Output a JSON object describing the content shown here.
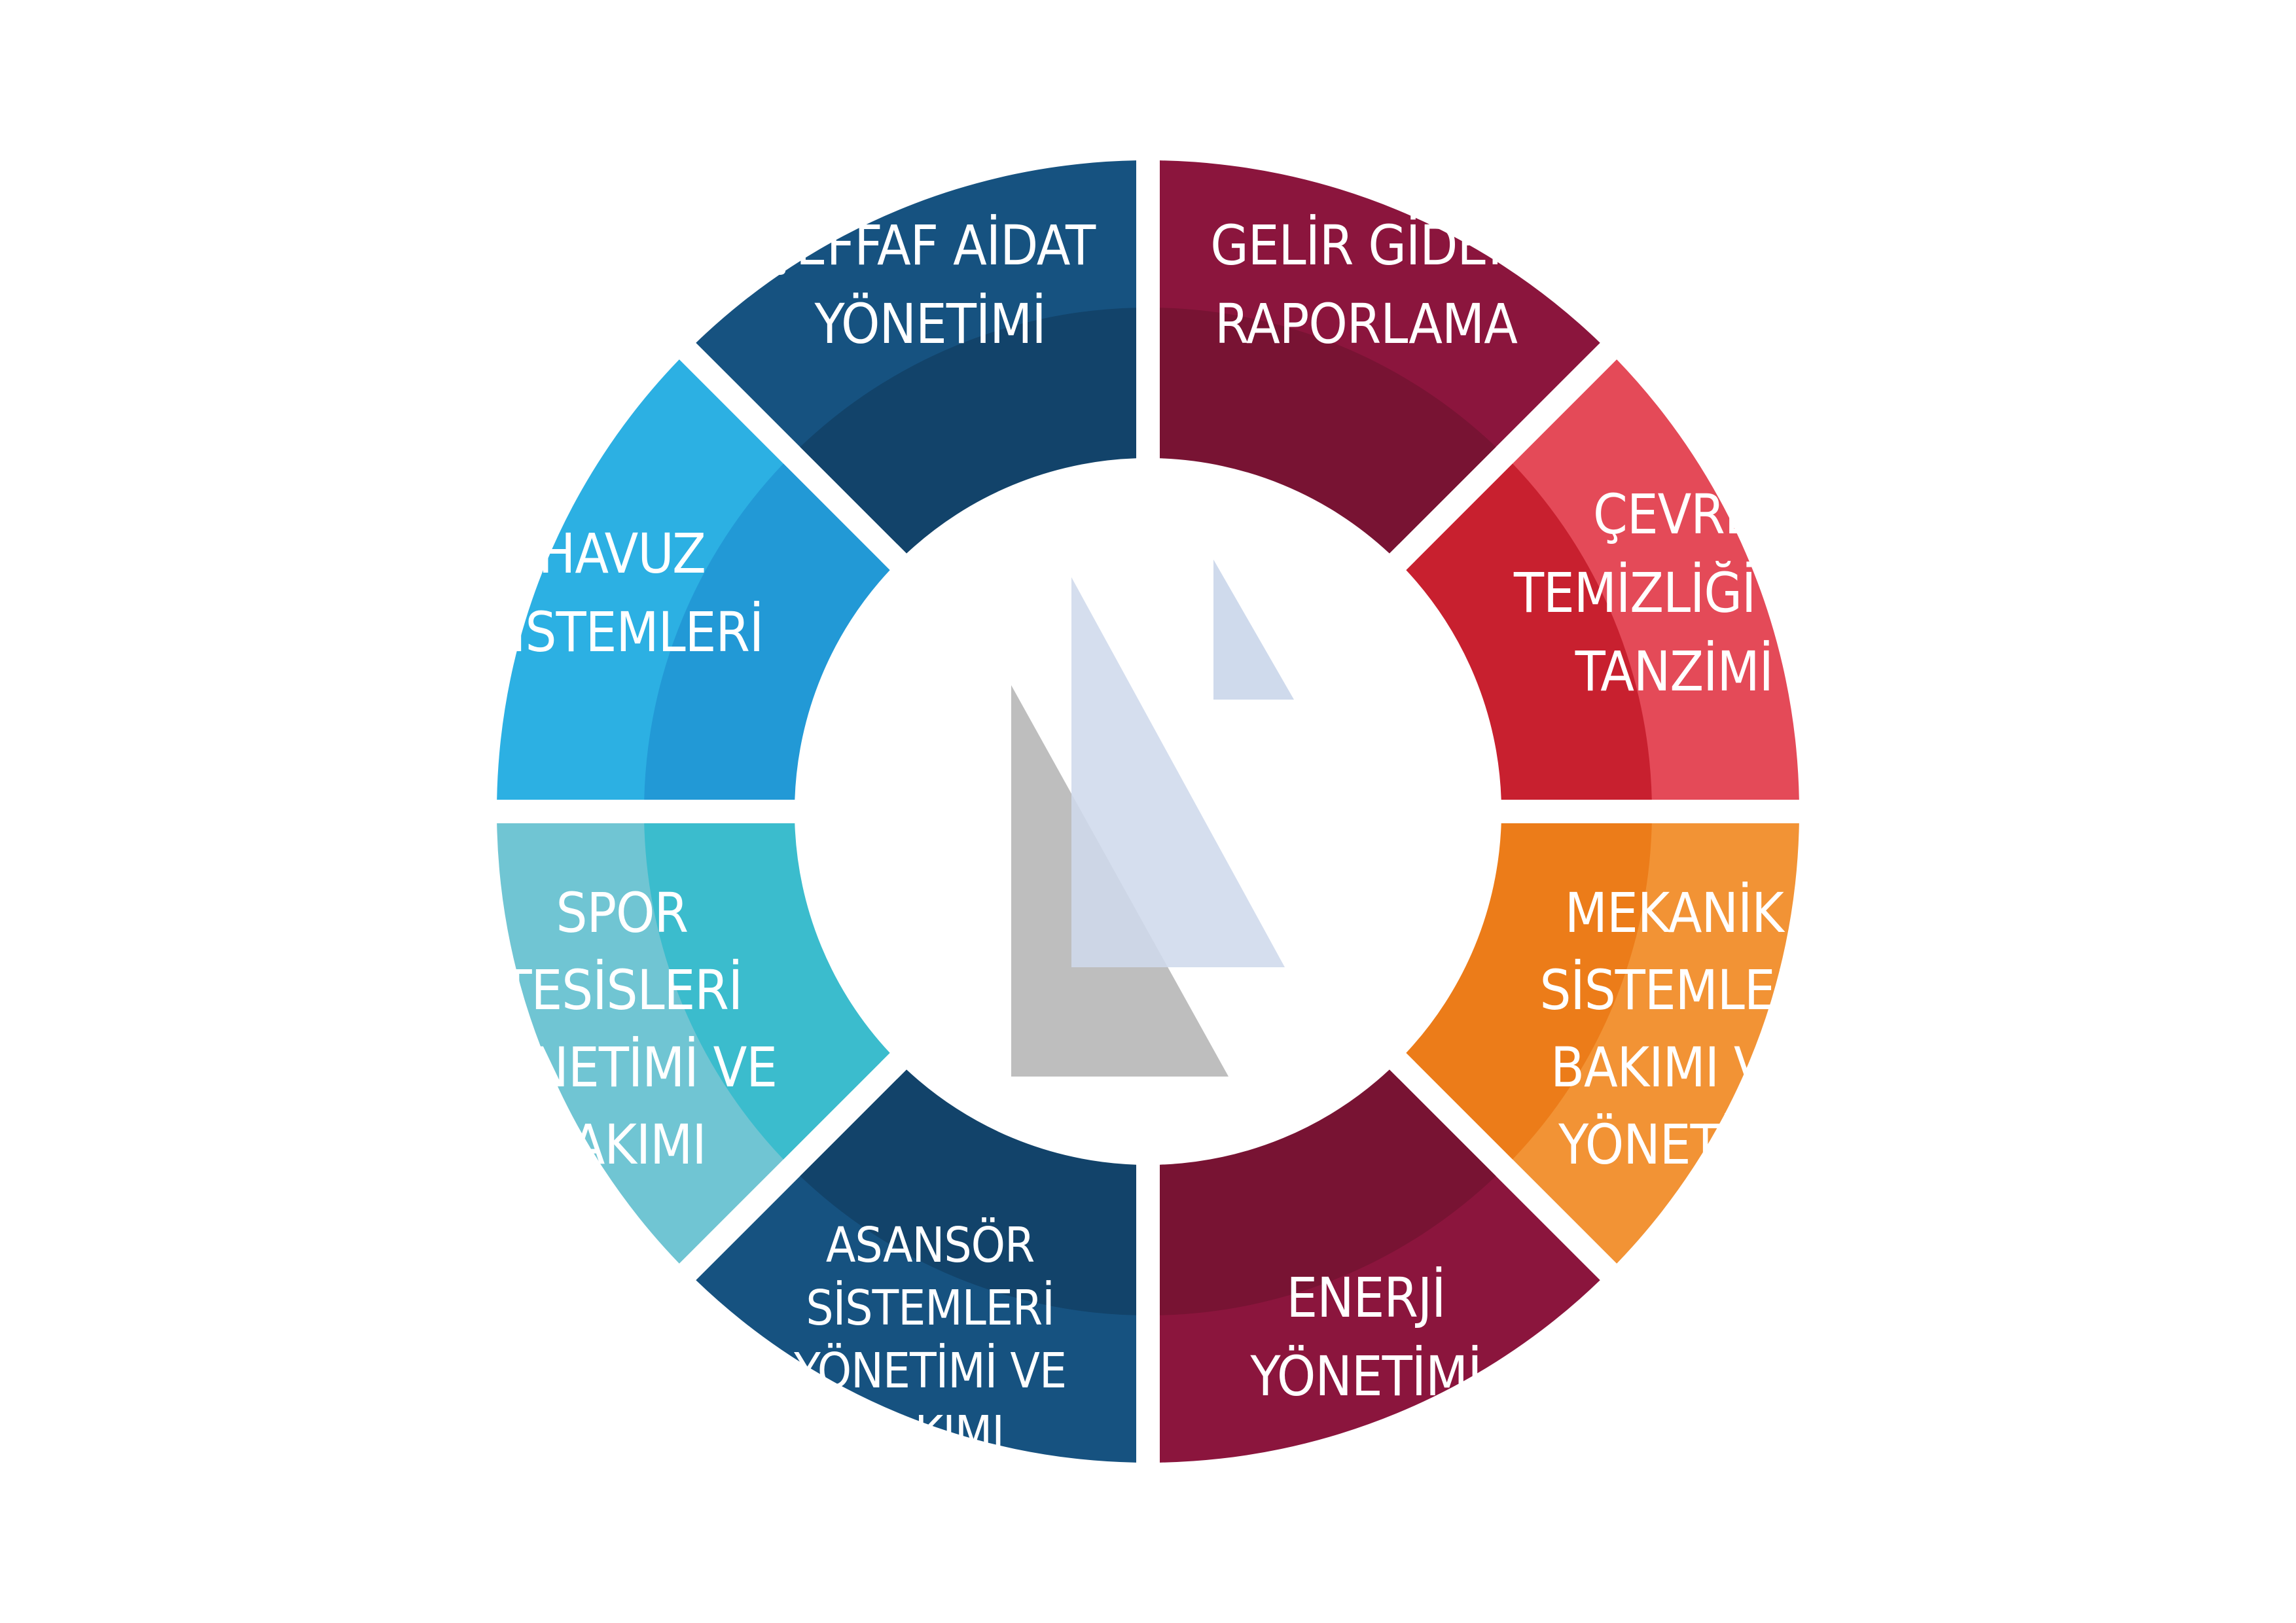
{
  "diagram": {
    "segments": [
      {
        "id": "seffaf",
        "lines": [
          "ŞEFFAF AİDAT",
          "YÖNETİMİ"
        ],
        "color": "#165280",
        "inner": "#12436a"
      },
      {
        "id": "gelir",
        "lines": [
          "GELİR GİDER",
          "RAPORLAMA"
        ],
        "color": "#8b153d",
        "inner": "#781333"
      },
      {
        "id": "cevre",
        "lines": [
          "ÇEVRE",
          "TEMİZLİĞİ VE",
          "TANZİMİ"
        ],
        "color": "#e44a58",
        "inner": "#c8202f"
      },
      {
        "id": "mekanik",
        "lines": [
          "MEKANİK",
          "SİSTEMLER",
          "BAKIMI VE",
          "YÖNETİMİ"
        ],
        "color": "#f29335",
        "inner": "#ec7c19"
      },
      {
        "id": "enerji",
        "lines": [
          "ENERJİ",
          "YÖNETİMİ"
        ],
        "color": "#8b153d",
        "inner": "#781333"
      },
      {
        "id": "asansor",
        "lines": [
          "ASANSÖR",
          "SİSTEMLERİ",
          "YÖNETİMİ VE",
          "BAKIMI"
        ],
        "color": "#165280",
        "inner": "#12436a"
      },
      {
        "id": "spor",
        "lines": [
          "SPOR",
          "TESİSLERİ",
          "YÖNETİMİ VE",
          "BAKIMI"
        ],
        "color": "#70c5d3",
        "inner": "#3bbccd"
      },
      {
        "id": "havuz",
        "lines": [
          "HAVUZ",
          "SİSTEMLERİ"
        ],
        "color": "#2cb0e3",
        "inner": "#2299d6"
      }
    ],
    "logo": {
      "colors": {
        "light": "#cfdaec",
        "grey": "#bebebe"
      }
    }
  }
}
